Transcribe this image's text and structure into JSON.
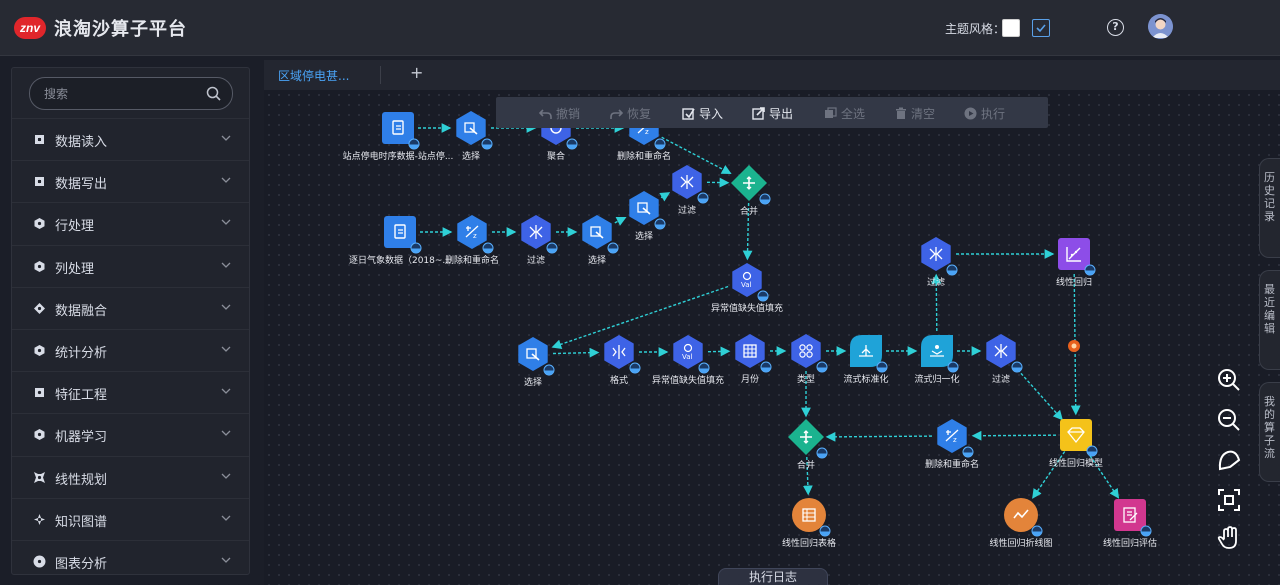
{
  "header": {
    "logo_text": "znv",
    "title": "浪淘沙算子平台",
    "theme_label": "主题风格：",
    "help_icon": "question-circle-icon",
    "avatar_icon": "user-avatar-icon"
  },
  "sidebar": {
    "search_placeholder": "搜索",
    "items": [
      {
        "label": "数据读入"
      },
      {
        "label": "数据写出"
      },
      {
        "label": "行处理"
      },
      {
        "label": "列处理"
      },
      {
        "label": "数据融合"
      },
      {
        "label": "统计分析"
      },
      {
        "label": "特征工程"
      },
      {
        "label": "机器学习"
      },
      {
        "label": "线性规划"
      },
      {
        "label": "知识图谱"
      },
      {
        "label": "图表分析"
      }
    ]
  },
  "tabs": {
    "active": "区域停电甚...",
    "add": "+"
  },
  "toolbar": {
    "undo": "撤销",
    "redo": "恢复",
    "import": "导入",
    "export": "导出",
    "select_all": "全选",
    "clear": "清空",
    "run": "执行"
  },
  "side_tabs": {
    "history": "历史记录",
    "recent": "最近编辑",
    "mine": "我的算子流"
  },
  "bottom": {
    "log": "执行日志"
  },
  "colors": {
    "accent": "#4aa3f5",
    "edge": "#2fd0d6",
    "blue_node": "#2f7fe8",
    "indigo_node": "#3e63e6",
    "green_node": "#1bb38f",
    "teal_node": "#1fa3d8",
    "purple_node": "#8d4de8",
    "orange_node": "#e3843a",
    "pink_node": "#d2378f",
    "gold_node": "#f4c21a"
  },
  "flow": {
    "nodes": [
      {
        "id": "n1",
        "label": "站点停电时序数据-站点停...",
        "color": "#2f7fe8",
        "shape": "square",
        "icon": "file-icon"
      },
      {
        "id": "n2",
        "label": "选择",
        "color": "#2f7fe8",
        "shape": "hex",
        "icon": "select-icon"
      },
      {
        "id": "n3",
        "label": "聚合",
        "color": "#3e63e6",
        "shape": "hex",
        "icon": "aggregate-icon"
      },
      {
        "id": "n4",
        "label": "删除和重命名",
        "color": "#2f7fe8",
        "shape": "hex",
        "icon": "rename-icon"
      },
      {
        "id": "n5",
        "label": "逐日气象数据（2018~...",
        "color": "#2f7fe8",
        "shape": "square",
        "icon": "file-icon"
      },
      {
        "id": "n6",
        "label": "删除和重命名",
        "color": "#2f7fe8",
        "shape": "hex",
        "icon": "rename-icon"
      },
      {
        "id": "n7",
        "label": "过滤",
        "color": "#3e63e6",
        "shape": "hex",
        "icon": "filter-icon"
      },
      {
        "id": "n8",
        "label": "选择",
        "color": "#2f7fe8",
        "shape": "hex",
        "icon": "select-icon"
      },
      {
        "id": "n9",
        "label": "选择",
        "color": "#2f7fe8",
        "shape": "hex",
        "icon": "select-icon"
      },
      {
        "id": "n10",
        "label": "过滤",
        "color": "#3e63e6",
        "shape": "hex",
        "icon": "filter-icon"
      },
      {
        "id": "n11",
        "label": "合并",
        "color": "#1bb38f",
        "shape": "diamond",
        "icon": "merge-icon"
      },
      {
        "id": "n12",
        "label": "异常值缺失值填充",
        "color": "#3e63e6",
        "shape": "hex",
        "icon": "fill-icon"
      },
      {
        "id": "n13",
        "label": "选择",
        "color": "#2f7fe8",
        "shape": "hex",
        "icon": "select-icon"
      },
      {
        "id": "n14",
        "label": "格式",
        "color": "#3e63e6",
        "shape": "hex",
        "icon": "format-icon"
      },
      {
        "id": "n15",
        "label": "异常值缺失值填充",
        "color": "#3e63e6",
        "shape": "hex",
        "icon": "fill-icon"
      },
      {
        "id": "n16",
        "label": "月份",
        "color": "#3e63e6",
        "shape": "hex",
        "icon": "calendar-icon"
      },
      {
        "id": "n17",
        "label": "类型",
        "color": "#3e63e6",
        "shape": "hex",
        "icon": "type-icon"
      },
      {
        "id": "n18",
        "label": "流式标准化",
        "color": "#1fa3d8",
        "shape": "leaf",
        "icon": "standardize-icon"
      },
      {
        "id": "n19",
        "label": "流式归一化",
        "color": "#1fa3d8",
        "shape": "leaf",
        "icon": "normalize-icon"
      },
      {
        "id": "n20",
        "label": "过滤",
        "color": "#3e63e6",
        "shape": "hex",
        "icon": "filter-icon"
      },
      {
        "id": "n21",
        "label": "过滤",
        "color": "#3e63e6",
        "shape": "hex",
        "icon": "filter-icon"
      },
      {
        "id": "n22",
        "label": "线性回归",
        "color": "#8d4de8",
        "shape": "square",
        "icon": "regression-icon"
      },
      {
        "id": "n23",
        "label": "线性回归模型",
        "color": "#f4c21a",
        "shape": "square",
        "icon": "model-icon"
      },
      {
        "id": "n24",
        "label": "删除和重命名",
        "color": "#2f7fe8",
        "shape": "hex",
        "icon": "rename-icon"
      },
      {
        "id": "n25",
        "label": "合并",
        "color": "#1bb38f",
        "shape": "diamond",
        "icon": "merge-icon"
      },
      {
        "id": "n26",
        "label": "线性回归表格",
        "color": "#e3843a",
        "shape": "circle",
        "icon": "table-icon"
      },
      {
        "id": "n27",
        "label": "线性回归折线图",
        "color": "#e3843a",
        "shape": "circle",
        "icon": "line-chart-icon"
      },
      {
        "id": "n28",
        "label": "线性回归评估",
        "color": "#d2378f",
        "shape": "square",
        "icon": "evaluate-icon"
      }
    ],
    "edges": [
      [
        "n1",
        "n2"
      ],
      [
        "n2",
        "n3"
      ],
      [
        "n3",
        "n4"
      ],
      [
        "n4",
        "n11"
      ],
      [
        "n5",
        "n6"
      ],
      [
        "n6",
        "n7"
      ],
      [
        "n7",
        "n8"
      ],
      [
        "n8",
        "n9"
      ],
      [
        "n9",
        "n10"
      ],
      [
        "n10",
        "n11"
      ],
      [
        "n11",
        "n12"
      ],
      [
        "n12",
        "n13"
      ],
      [
        "n13",
        "n14"
      ],
      [
        "n14",
        "n15"
      ],
      [
        "n15",
        "n16"
      ],
      [
        "n16",
        "n17"
      ],
      [
        "n17",
        "n18"
      ],
      [
        "n18",
        "n19"
      ],
      [
        "n19",
        "n20"
      ],
      [
        "n19",
        "n21"
      ],
      [
        "n20",
        "n22"
      ],
      [
        "n22",
        "n23"
      ],
      [
        "n21",
        "n23"
      ],
      [
        "n23",
        "n24"
      ],
      [
        "n24",
        "n25"
      ],
      [
        "n17",
        "n25"
      ],
      [
        "n25",
        "n26"
      ],
      [
        "n23",
        "n27"
      ],
      [
        "n23",
        "n28"
      ]
    ]
  }
}
